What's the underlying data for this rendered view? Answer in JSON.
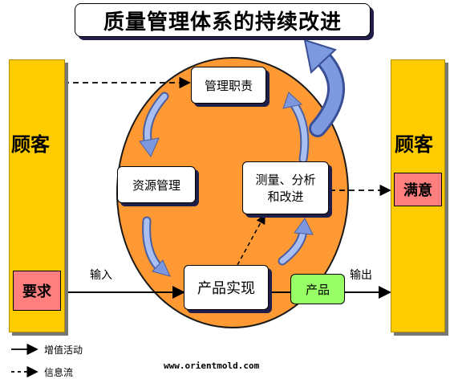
{
  "title": "质量管理体系的持续改进",
  "customer_left": {
    "label": "顾客",
    "requirement": "要求"
  },
  "customer_right": {
    "label": "顾客",
    "satisfaction": "满意"
  },
  "nodes": {
    "management": "管理职责",
    "resource": "资源管理",
    "measurement_line1": "测量、分析",
    "measurement_line2": "和改进",
    "product_realization": "产品实现",
    "product": "产品"
  },
  "edges": {
    "input": "输入",
    "output": "输出"
  },
  "legend": {
    "value_activity": "增值活动",
    "information_flow": "信息流"
  },
  "footer": "www.orientmold.com",
  "colors": {
    "customer": "#ffcc00",
    "ellipse": "#ff9933",
    "cycle_arrow": "#8ea9e8",
    "requirement_box": "#ff7f7f",
    "product_box": "#99ff66"
  }
}
